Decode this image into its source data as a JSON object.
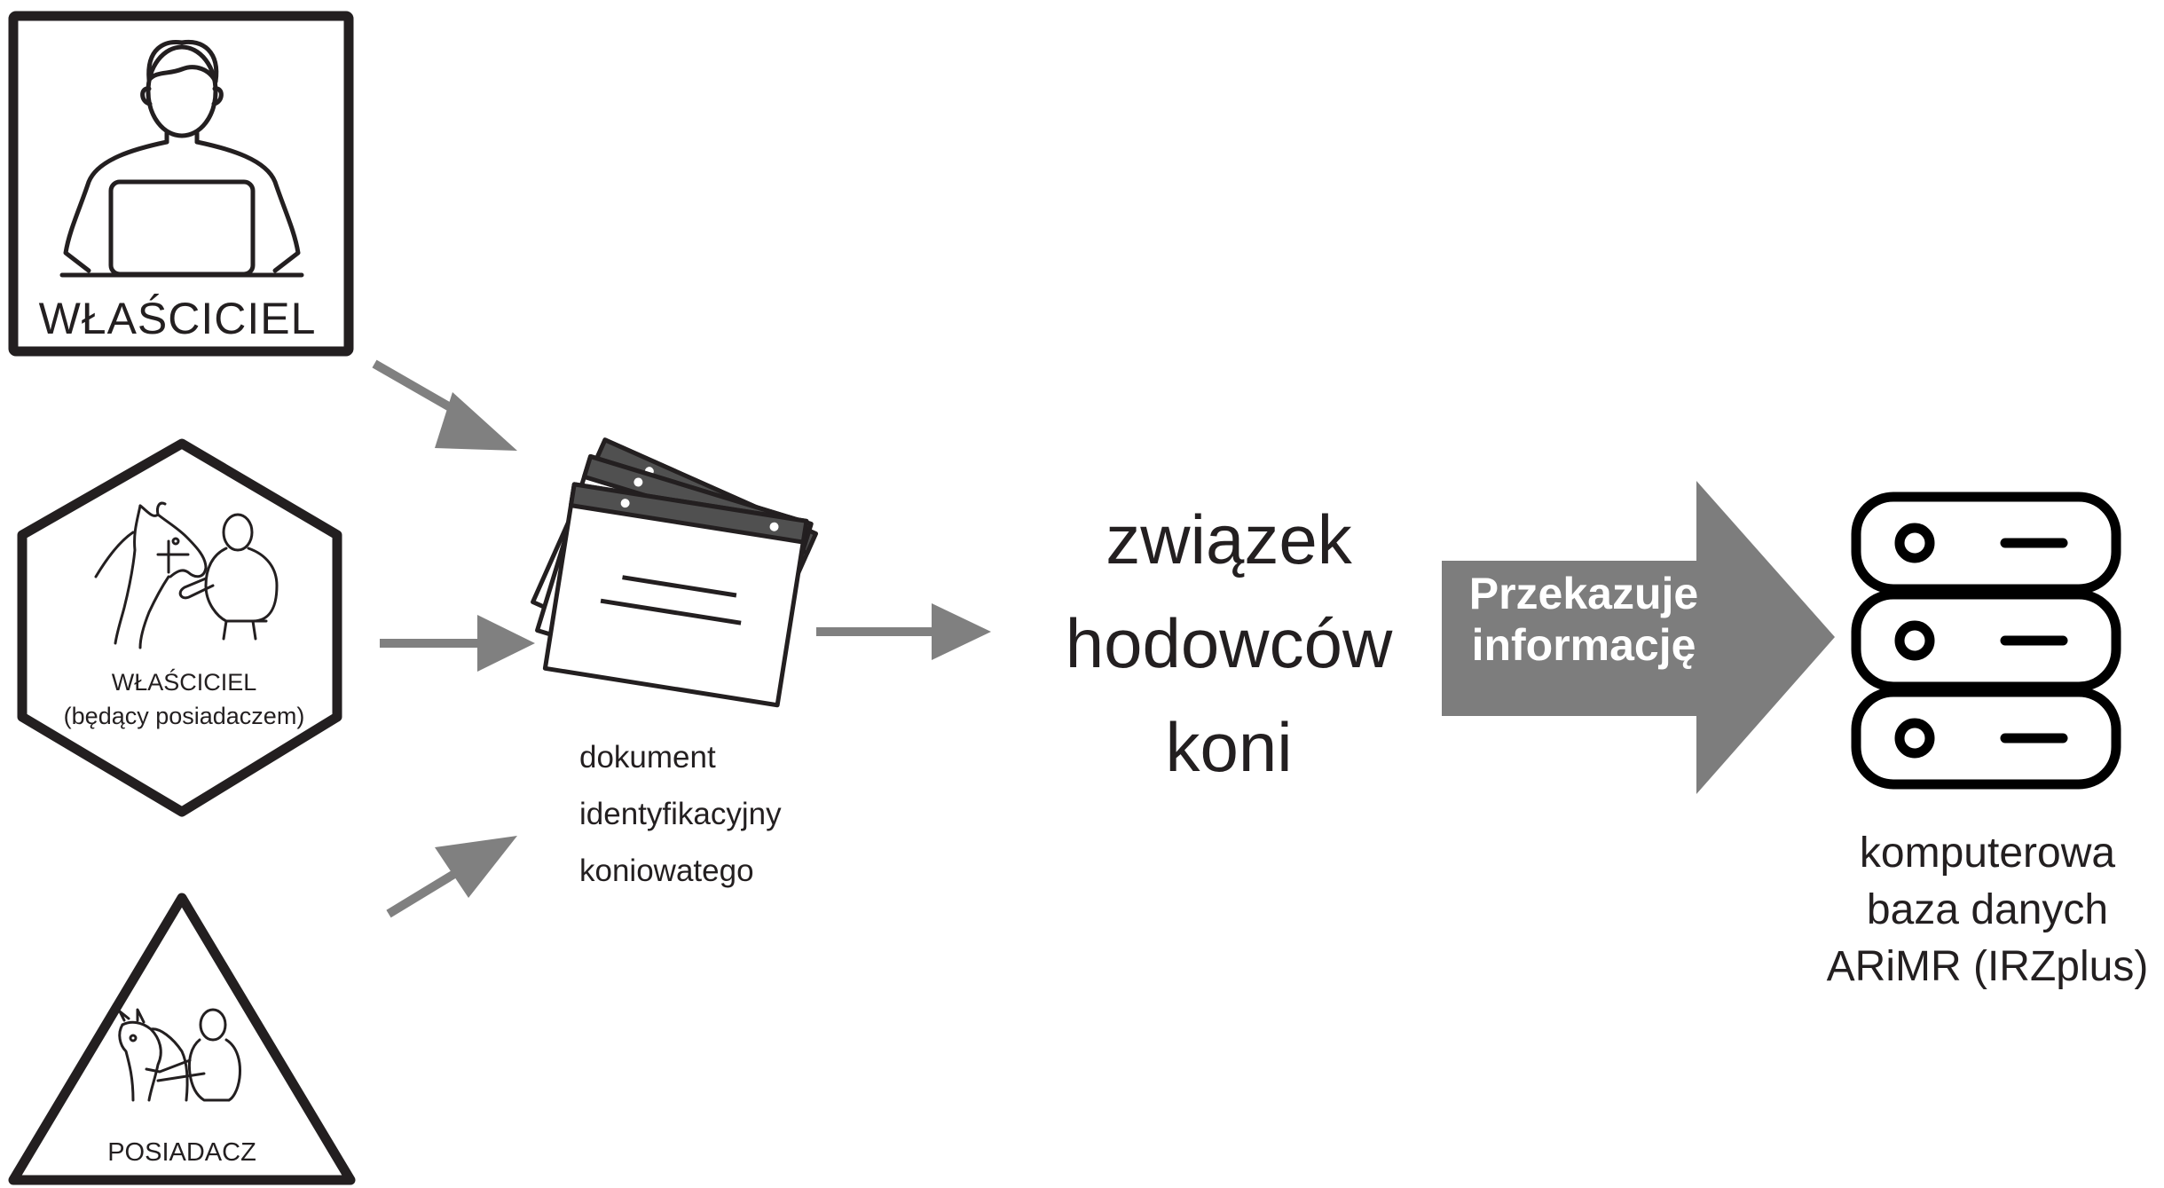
{
  "actors": {
    "owner": {
      "label": "WŁAŚCICIEL",
      "icon": "person-laptop-icon"
    },
    "owner_holder": {
      "label_line1": "WŁAŚCICIEL",
      "label_line2": "(będący posiadaczem)",
      "icon": "person-with-horse-icon"
    },
    "holder": {
      "label": "POSIADACZ",
      "icon": "person-leading-horse-icon"
    }
  },
  "document": {
    "line1": "dokument",
    "line2": "identyfikacyjny",
    "line3": "koniowatego",
    "icon": "document-cards-icon"
  },
  "association": {
    "line1": "związek",
    "line2": "hodowców",
    "line3": "koni"
  },
  "transfer": {
    "line1": "Przekazuje",
    "line2": "informację"
  },
  "database": {
    "line1": "komputerowa",
    "line2": "baza danych",
    "line3": "ARiMR (IRZplus)",
    "icon": "server-database-icon"
  },
  "colors": {
    "ink": "#231f20",
    "arrow": "#808080",
    "big_arrow": "#7d7d7d",
    "folder_tab": "#505050"
  }
}
